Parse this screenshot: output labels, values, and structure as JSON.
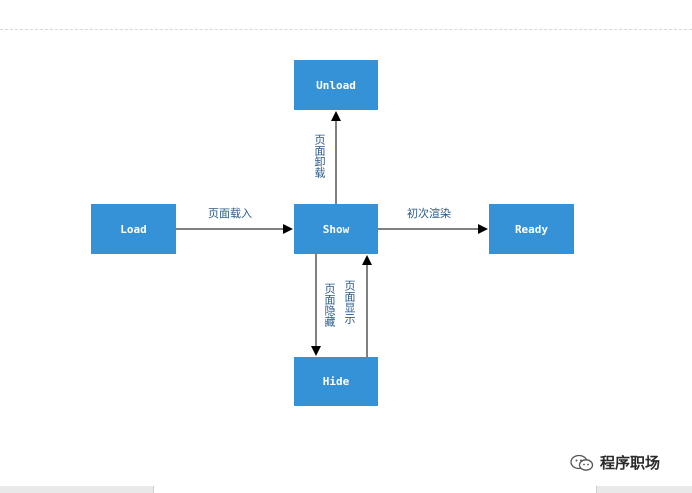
{
  "diagram": {
    "states": {
      "unload": "Unload",
      "load": "Load",
      "show": "Show",
      "ready": "Ready",
      "hide": "Hide"
    },
    "edges": {
      "load_to_show": "页面载入",
      "show_to_ready": "初次渲染",
      "show_to_unload": "页面卸载",
      "show_to_hide": "页面隐藏",
      "hide_to_show": "页面显示"
    },
    "colors": {
      "node_fill": "#3592d6",
      "node_text": "#ffffff",
      "edge_line": "#000000",
      "edge_label": "#2a5a8a"
    }
  },
  "watermark": {
    "icon": "wechat-official-account-icon",
    "text": "程序职场"
  }
}
